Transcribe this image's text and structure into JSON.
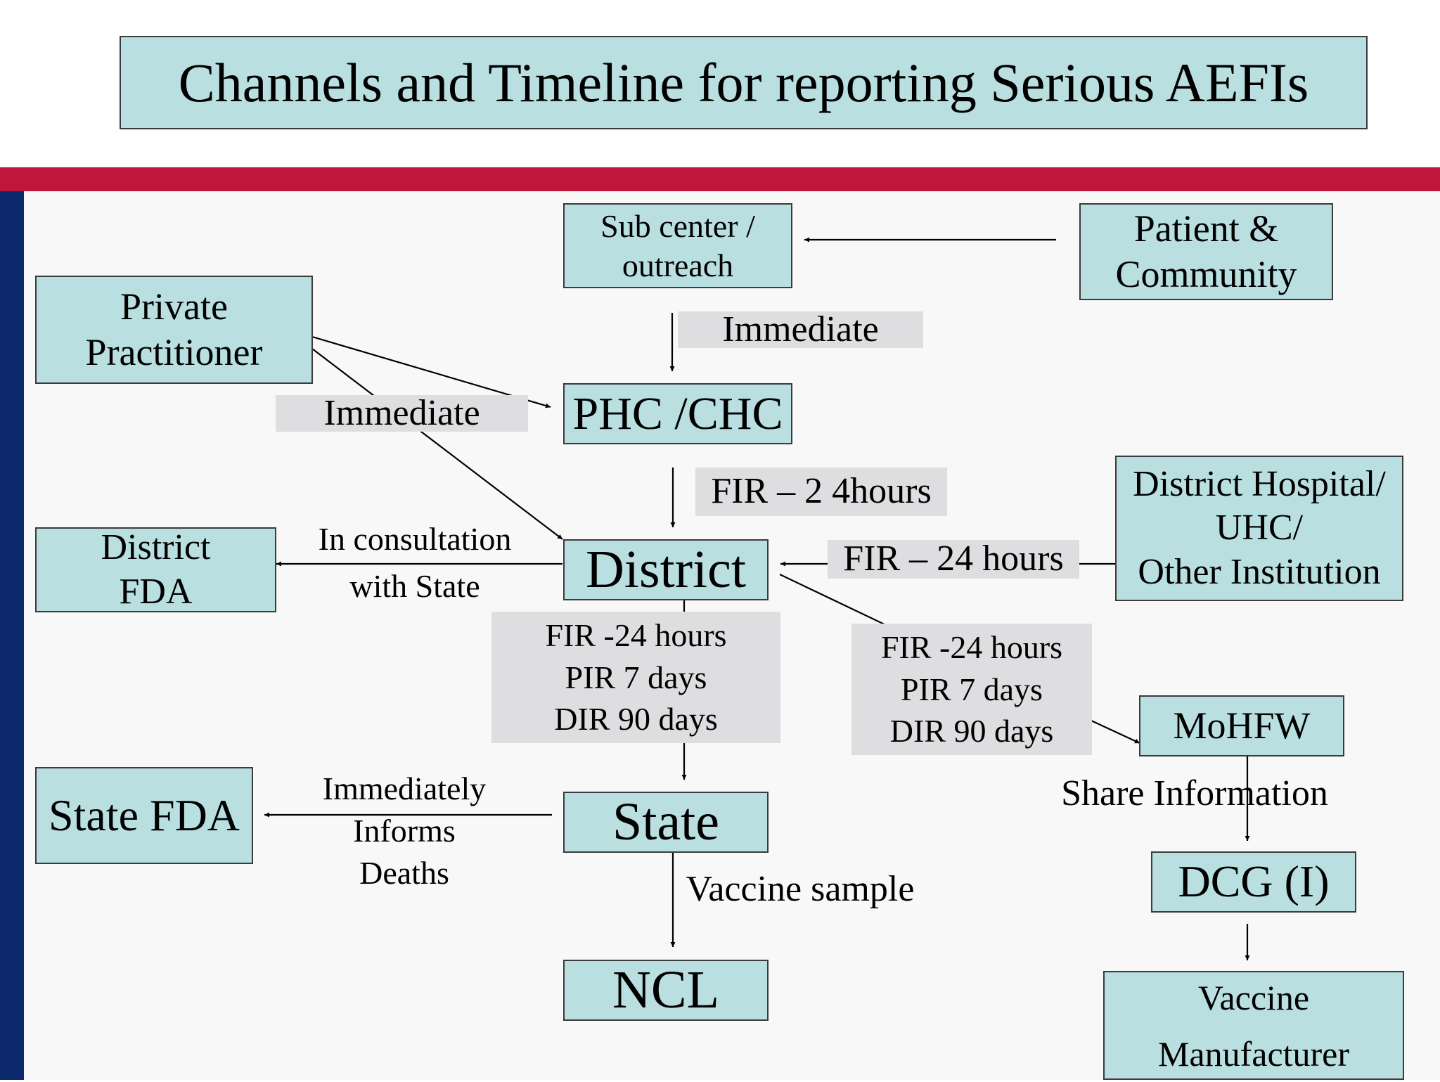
{
  "title": "Channels and Timeline for reporting Serious AEFIs",
  "nodes": {
    "sub_center": "Sub center /\noutreach",
    "patient": "Patient &\nCommunity",
    "private_practitioner": "Private\nPractitioner",
    "phc_chc": "PHC /CHC",
    "district_hospital": "District Hospital/\nUHC/\nOther Institution",
    "district_fda": "District\nFDA",
    "district": "District",
    "mohfw": "MoHFW",
    "state_fda": "State FDA",
    "state": "State",
    "dcg": "DCG (I)",
    "ncl": "NCL",
    "vaccine_manufacturer": "Vaccine\nManufacturer"
  },
  "labels": {
    "immediate_top": "Immediate",
    "immediate_left": "Immediate",
    "fir_2_4": "FIR – 2 4hours",
    "fir_24_hosp": "FIR – 24 hours",
    "consultation": "In consultation\nwith State",
    "timeline_state": "FIR -24 hours\nPIR 7 days\nDIR 90 days",
    "timeline_mohfw": "FIR -24 hours\nPIR 7 days\nDIR 90 days",
    "share_info": "Share Information",
    "informs_deaths": "Immediately\nInforms\nDeaths",
    "vaccine_sample": "Vaccine sample"
  }
}
